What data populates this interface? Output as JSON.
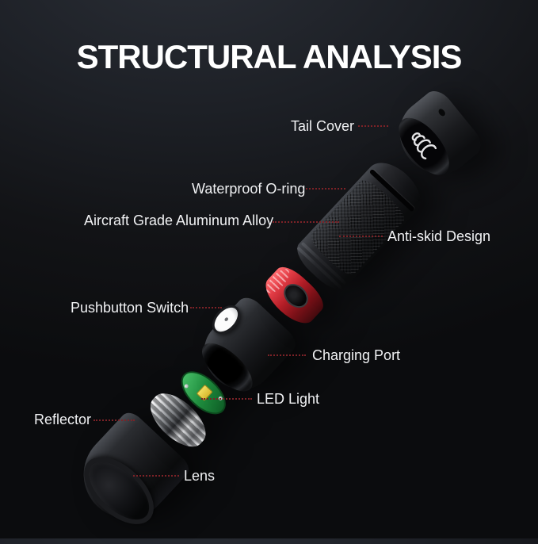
{
  "title": "STRUCTURAL ANALYSIS",
  "labels": [
    {
      "id": "tail-cover",
      "text": "Tail Cover"
    },
    {
      "id": "waterproof-o-ring",
      "text": "Waterproof O-ring"
    },
    {
      "id": "aluminum-alloy",
      "text": "Aircraft Grade Aluminum Alloy"
    },
    {
      "id": "anti-skid",
      "text": "Anti-skid Design"
    },
    {
      "id": "pushbutton-switch",
      "text": "Pushbutton Switch"
    },
    {
      "id": "charging-port",
      "text": "Charging Port"
    },
    {
      "id": "led-light",
      "text": "LED Light"
    },
    {
      "id": "reflector",
      "text": "Reflector"
    },
    {
      "id": "lens",
      "text": "Lens"
    }
  ],
  "figure": {
    "type": "exploded-view-diagram",
    "subject": "flashlight",
    "exploded_parts_order": [
      "lens-bezel",
      "reflector",
      "led-module",
      "head-with-switch",
      "red-charging-ring",
      "knurled-body-tube",
      "tail-cover-with-spring"
    ],
    "orientation_degrees": -47
  },
  "colors": {
    "background_top": "#2b2f37",
    "background_bottom": "#0b0c0e",
    "title_text": "#ffffff",
    "label_text": "#f0f1f3",
    "leader_line_red": "#7c2227",
    "charging_ring_red": "#b41e27",
    "led_pcb_green": "#1e8c3d",
    "led_chip_yellow": "#e7cf4b",
    "pushbutton_white": "#fcfcfc"
  }
}
